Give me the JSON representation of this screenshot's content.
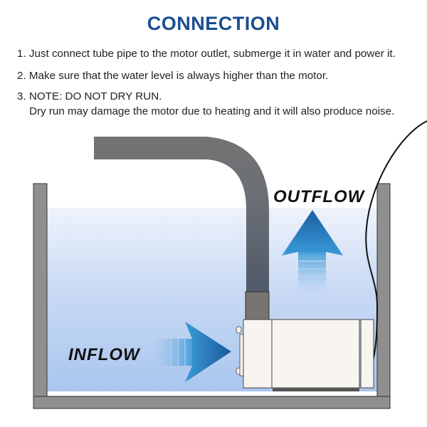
{
  "title": "CONNECTION",
  "instructions": [
    "1. Just connect tube pipe to the motor outlet, submerge it in water and power it.",
    "2. Make sure that the water level is always higher than the motor.",
    "3. NOTE: DO NOT DRY RUN.",
    "Dry run may damage the motor due to heating and it will also produce noise."
  ],
  "diagram": {
    "outflow_label": "OUTFLOW",
    "inflow_label": "INFLOW",
    "colors": {
      "title": "#1a4f8f",
      "tank": "#8f8f8f",
      "pipe": "#737373",
      "water_top": "#eef3fb",
      "water_bottom": "#a9c6ee",
      "arrow": "#1f6fb5",
      "motor": "#f8f5f0"
    }
  }
}
